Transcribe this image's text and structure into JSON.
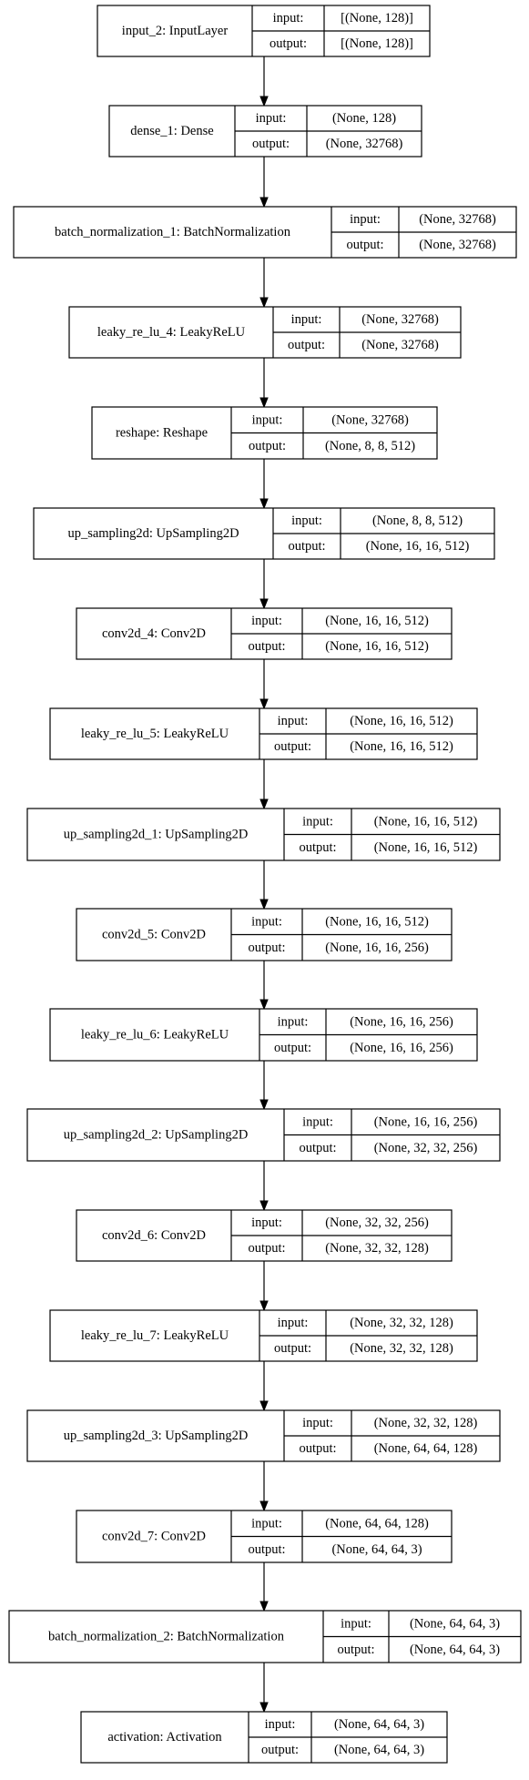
{
  "io_labels": {
    "input": "input:",
    "output": "output:"
  },
  "layers": [
    {
      "name": "input_2: InputLayer",
      "input": "[(None, 128)]",
      "output": "[(None, 128)]"
    },
    {
      "name": "dense_1: Dense",
      "input": "(None, 128)",
      "output": "(None, 32768)"
    },
    {
      "name": "batch_normalization_1: BatchNormalization",
      "input": "(None, 32768)",
      "output": "(None, 32768)"
    },
    {
      "name": "leaky_re_lu_4: LeakyReLU",
      "input": "(None, 32768)",
      "output": "(None, 32768)"
    },
    {
      "name": "reshape: Reshape",
      "input": "(None, 32768)",
      "output": "(None, 8, 8, 512)"
    },
    {
      "name": "up_sampling2d: UpSampling2D",
      "input": "(None, 8, 8, 512)",
      "output": "(None, 16, 16, 512)"
    },
    {
      "name": "conv2d_4: Conv2D",
      "input": "(None, 16, 16, 512)",
      "output": "(None, 16, 16, 512)"
    },
    {
      "name": "leaky_re_lu_5: LeakyReLU",
      "input": "(None, 16, 16, 512)",
      "output": "(None, 16, 16, 512)"
    },
    {
      "name": "up_sampling2d_1: UpSampling2D",
      "input": "(None, 16, 16, 512)",
      "output": "(None, 16, 16, 512)"
    },
    {
      "name": "conv2d_5: Conv2D",
      "input": "(None, 16, 16, 512)",
      "output": "(None, 16, 16, 256)"
    },
    {
      "name": "leaky_re_lu_6: LeakyReLU",
      "input": "(None, 16, 16, 256)",
      "output": "(None, 16, 16, 256)"
    },
    {
      "name": "up_sampling2d_2: UpSampling2D",
      "input": "(None, 16, 16, 256)",
      "output": "(None, 32, 32, 256)"
    },
    {
      "name": "conv2d_6: Conv2D",
      "input": "(None, 32, 32, 256)",
      "output": "(None, 32, 32, 128)"
    },
    {
      "name": "leaky_re_lu_7: LeakyReLU",
      "input": "(None, 32, 32, 128)",
      "output": "(None, 32, 32, 128)"
    },
    {
      "name": "up_sampling2d_3: UpSampling2D",
      "input": "(None, 32, 32, 128)",
      "output": "(None, 64, 64, 128)"
    },
    {
      "name": "conv2d_7: Conv2D",
      "input": "(None, 64, 64, 128)",
      "output": "(None, 64, 64, 3)"
    },
    {
      "name": "batch_normalization_2: BatchNormalization",
      "input": "(None, 64, 64, 3)",
      "output": "(None, 64, 64, 3)"
    },
    {
      "name": "activation: Activation",
      "input": "(None, 64, 64, 3)",
      "output": "(None, 64, 64, 3)"
    }
  ]
}
